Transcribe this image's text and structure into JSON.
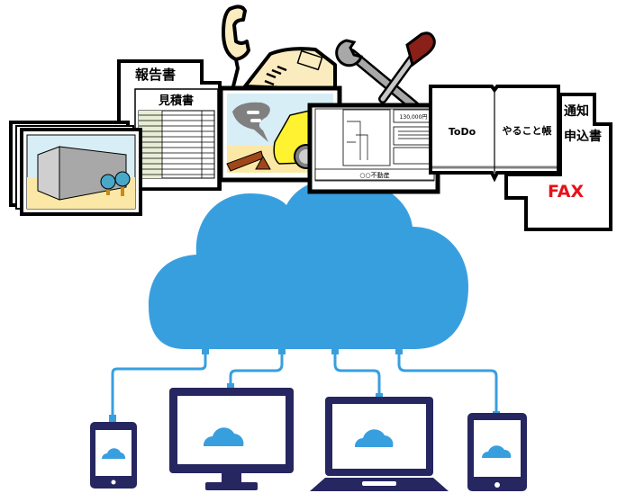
{
  "colors": {
    "cloud": "#389fdf",
    "device": "#262660",
    "line": "#389fdf",
    "outline": "#000000",
    "fax_text": "#e8101a",
    "sky": "#d8eef6",
    "ground": "#fbe8a6",
    "table_tint": "#e6eed6",
    "phone": "#fbecc0",
    "car": "#fff230",
    "screwdriver": "#8a2018",
    "wrench": "#a8a8a8"
  },
  "documents": {
    "report": {
      "title": "報告書"
    },
    "estimate": {
      "title": "見積書"
    },
    "property": {
      "price": "130,000円",
      "agency": "○○不動産"
    },
    "notebook": {
      "left_page": "ToDo",
      "right_page": "やること帳"
    },
    "notice": {
      "title": "通知"
    },
    "application": {
      "title": "申込書",
      "stamp": "FAX"
    }
  },
  "icons": [
    "photo-stack-icon",
    "phone-icon",
    "tools-icon",
    "accident-photo-icon",
    "cloud-icon",
    "smartphone-icon",
    "monitor-icon",
    "laptop-icon",
    "tablet-icon"
  ]
}
